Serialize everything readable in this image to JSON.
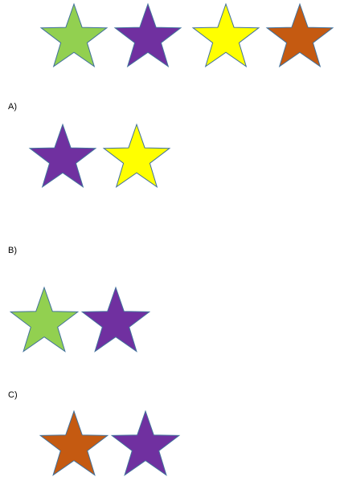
{
  "colors": {
    "green": "#92d050",
    "purple": "#7030a0",
    "yellow": "#ffff00",
    "orange": "#c55a11",
    "outline": "#41719c"
  },
  "sequence": {
    "stars": [
      "green",
      "purple",
      "yellow",
      "orange"
    ]
  },
  "options": [
    {
      "label": "A)",
      "stars": [
        "purple",
        "yellow"
      ]
    },
    {
      "label": "B)",
      "stars": [
        "green",
        "purple"
      ]
    },
    {
      "label": "C)",
      "stars": [
        "orange",
        "purple"
      ]
    }
  ]
}
